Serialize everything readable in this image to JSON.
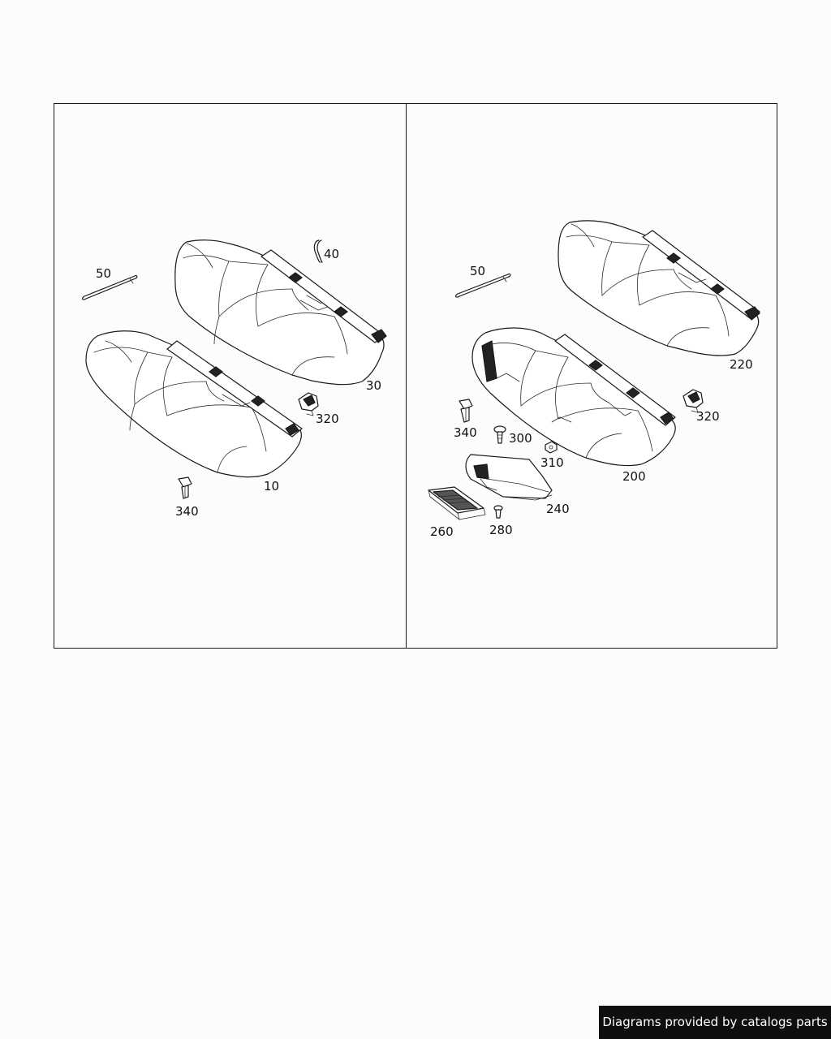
{
  "callouts": {
    "left": {
      "c50": "50",
      "c40": "40",
      "c30": "30",
      "c320": "320",
      "c10": "10",
      "c340": "340"
    },
    "right": {
      "c50": "50",
      "c220": "220",
      "c320": "320",
      "c340": "340",
      "c300": "300",
      "c310": "310",
      "c200": "200",
      "c240": "240",
      "c260": "260",
      "c280": "280"
    }
  },
  "watermark": "Diagrams provided by catalogs parts"
}
